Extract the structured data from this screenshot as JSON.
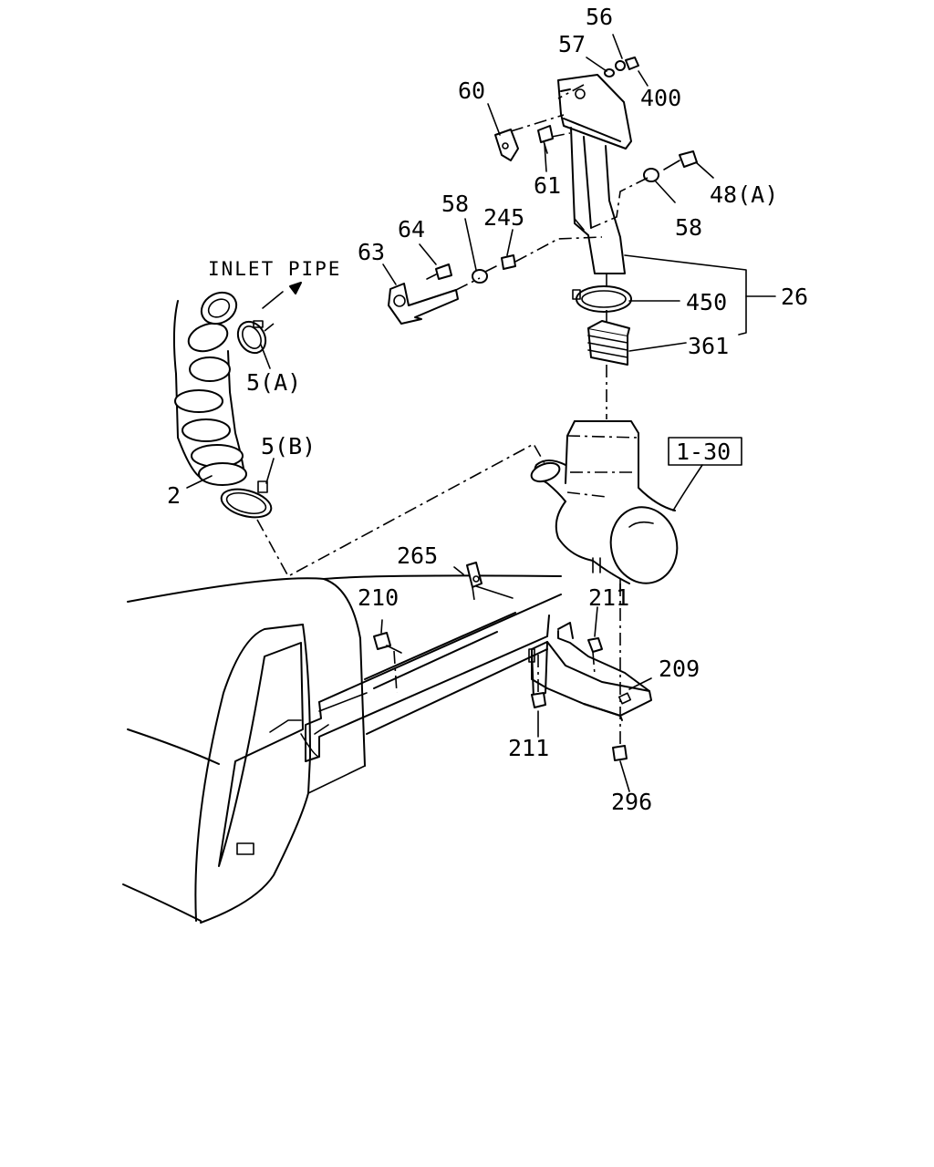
{
  "diagram": {
    "caption": "INLET PIPE",
    "reference_box": "1-30",
    "callouts": {
      "p56": "56",
      "p57": "57",
      "p60": "60",
      "p400": "400",
      "p61": "61",
      "p48a": "48(A)",
      "p58a": "58",
      "p58b": "58",
      "p64": "64",
      "p245": "245",
      "p63": "63",
      "p450": "450",
      "p26": "26",
      "p361": "361",
      "p5a": "5(A)",
      "p5b": "5(B)",
      "p2": "2",
      "p265": "265",
      "p210": "210",
      "p211a": "211",
      "p211b": "211",
      "p209": "209",
      "p296": "296"
    }
  }
}
